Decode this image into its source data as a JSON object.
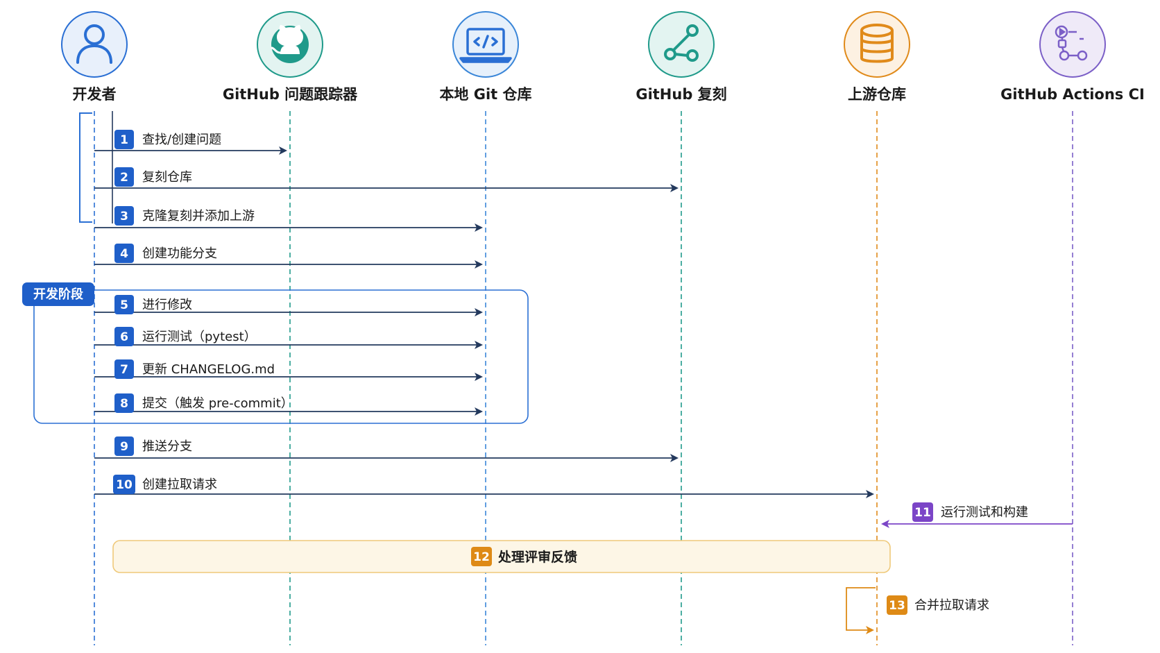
{
  "actors": [
    {
      "key": "developer",
      "label": "开发者",
      "color": "#2a6fd4",
      "bg": "#e8f0fb",
      "icon": "user-icon"
    },
    {
      "key": "issues",
      "label": "GitHub 问题跟踪器",
      "color": "#1f9a8a",
      "bg": "#e3f4f1",
      "icon": "github-logo-icon"
    },
    {
      "key": "local",
      "label": "本地 Git 仓库",
      "color": "#3a86d8",
      "bg": "#e6f0fb",
      "icon": "laptop-code-icon"
    },
    {
      "key": "fork",
      "label": "GitHub 复刻",
      "color": "#1f9a8a",
      "bg": "#e3f4f1",
      "icon": "fork-icon"
    },
    {
      "key": "upstream",
      "label": "上游仓库",
      "color": "#e08a1a",
      "bg": "#fdf1e2",
      "icon": "database-icon"
    },
    {
      "key": "ci",
      "label": "GitHub Actions CI",
      "color": "#7b5fc7",
      "bg": "#efeaf8",
      "icon": "workflow-icon"
    }
  ],
  "phase": {
    "label": "开发阶段"
  },
  "messages": [
    {
      "num": "1",
      "label": "查找/创建问题",
      "from": "developer",
      "to": "issues"
    },
    {
      "num": "2",
      "label": "复刻仓库",
      "from": "developer",
      "to": "fork"
    },
    {
      "num": "3",
      "label": "克隆复刻并添加上游",
      "from": "developer",
      "to": "local"
    },
    {
      "num": "4",
      "label": "创建功能分支",
      "from": "developer",
      "to": "local"
    },
    {
      "num": "5",
      "label": "进行修改",
      "from": "developer",
      "to": "local"
    },
    {
      "num": "6",
      "label": "运行测试（pytest）",
      "from": "developer",
      "to": "local"
    },
    {
      "num": "7",
      "label": "更新 CHANGELOG.md",
      "from": "developer",
      "to": "local"
    },
    {
      "num": "8",
      "label": "提交（触发 pre-commit）",
      "from": "developer",
      "to": "local"
    },
    {
      "num": "9",
      "label": "推送分支",
      "from": "developer",
      "to": "fork"
    },
    {
      "num": "10",
      "label": "创建拉取请求",
      "from": "developer",
      "to": "upstream"
    },
    {
      "num": "11",
      "label": "运行测试和构建",
      "from": "ci",
      "to": "upstream"
    }
  ],
  "feedback": {
    "num": "12",
    "label": "处理评审反馈"
  },
  "merge": {
    "num": "13",
    "label": "合并拉取请求"
  },
  "colors": {
    "arrow": "#23395d",
    "badge_blue": "#1f5fc9",
    "badge_purple": "#7b45c7",
    "badge_orange": "#de8a16",
    "feedback_bg": "#fdf6e6",
    "feedback_border": "#efc97a",
    "phase_border": "#2a6fd4"
  }
}
